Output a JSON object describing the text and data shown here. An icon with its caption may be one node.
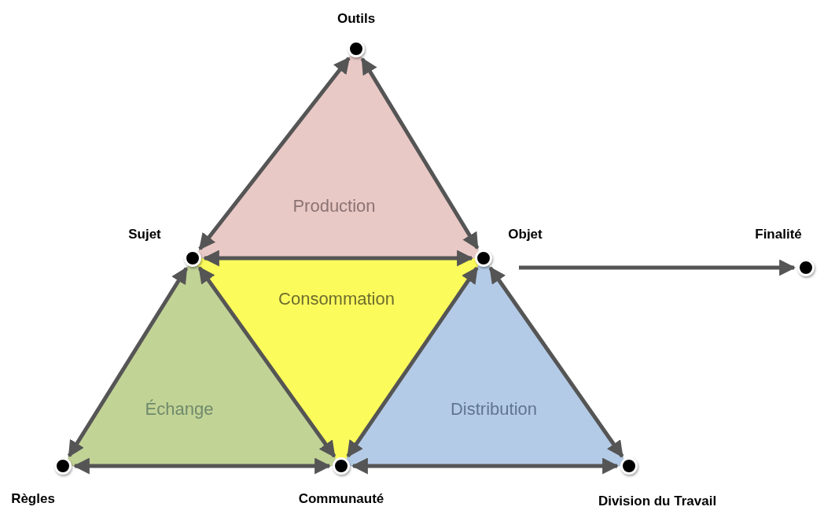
{
  "diagram": {
    "nodes": [
      {
        "text": [],
        "shape": "circle",
        "beside": [
          "Outils"
        ]
      },
      {
        "text": [
          "Production"
        ]
      },
      {
        "text": [],
        "shape": "circle",
        "beside": [
          "Sujet"
        ]
      },
      {
        "text": [],
        "shape": "circle",
        "beside": [
          "Objet"
        ]
      },
      {
        "text": [],
        "shape": "circle",
        "beside": [
          "Finalité"
        ]
      },
      {
        "text": [
          "Consommation"
        ]
      },
      {
        "text": [
          "Échange"
        ]
      },
      {
        "text": [
          "Distribution"
        ]
      },
      {
        "text": [],
        "shape": "circle",
        "beside": [
          "Règles"
        ]
      },
      {
        "text": [],
        "shape": "circle",
        "beside": [
          "Communauté"
        ]
      },
      {
        "text": [],
        "shape": "circle",
        "beside": [
          "Division du Travail"
        ]
      }
    ],
    "edges": [
      {
        "from": 0,
        "to": 2,
        "arrow": "both"
      },
      {
        "from": 0,
        "to": 3,
        "arrow": "both"
      },
      {
        "from": 2,
        "to": 3,
        "arrow": "both"
      },
      {
        "from": null,
        "to": 4,
        "arrow": "to"
      },
      {
        "from": 2,
        "to": 8,
        "arrow": "both"
      },
      {
        "from": 2,
        "to": 9,
        "arrow": "both"
      },
      {
        "from": 3,
        "to": 9,
        "arrow": "both"
      },
      {
        "from": 3,
        "to": 10,
        "arrow": "both"
      },
      {
        "from": 8,
        "to": 9,
        "arrow": "both"
      },
      {
        "from": 9,
        "to": 10,
        "arrow": "both"
      }
    ]
  }
}
